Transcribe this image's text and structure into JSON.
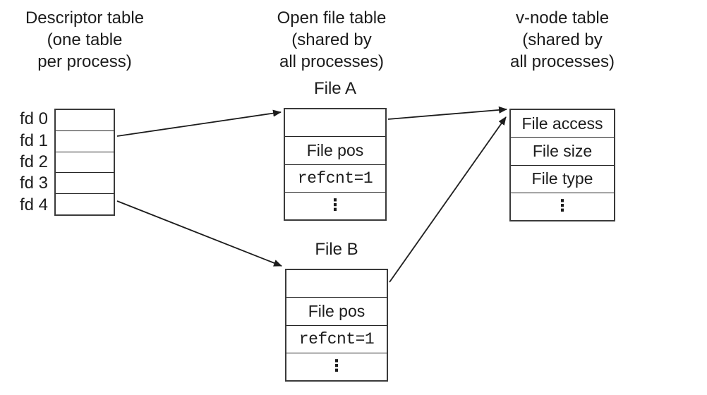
{
  "headings": {
    "descriptor": {
      "line1": "Descriptor table",
      "line2": "(one table",
      "line3": "per process)"
    },
    "open_file": {
      "line1": "Open file table",
      "line2": "(shared by",
      "line3": "all processes)"
    },
    "vnode": {
      "line1": "v-node table",
      "line2": "(shared by",
      "line3": "all processes)"
    }
  },
  "descriptor_table": {
    "fd_labels": [
      "fd 0",
      "fd 1",
      "fd 2",
      "fd 3",
      "fd 4"
    ]
  },
  "file_a": {
    "title": "File A",
    "rows": [
      "",
      "File pos",
      "refcnt=1",
      "⋮"
    ]
  },
  "file_b": {
    "title": "File B",
    "rows": [
      "",
      "File pos",
      "refcnt=1",
      "⋮"
    ]
  },
  "vnode_table": {
    "rows": [
      "File access",
      "File size",
      "File type",
      "⋮"
    ]
  },
  "arrows": [
    {
      "from": "fd 1 descriptor slot",
      "to": "File A open file entry"
    },
    {
      "from": "fd 4 descriptor slot",
      "to": "File B open file entry"
    },
    {
      "from": "File A open file entry",
      "to": "v-node table entry"
    },
    {
      "from": "File B open file entry",
      "to": "v-node table entry"
    }
  ],
  "colors": {
    "text": "#1c1c1c",
    "border": "#3a3a3a",
    "row_divider": "#232323",
    "arrow": "#1c1c1c",
    "background": "#ffffff"
  }
}
